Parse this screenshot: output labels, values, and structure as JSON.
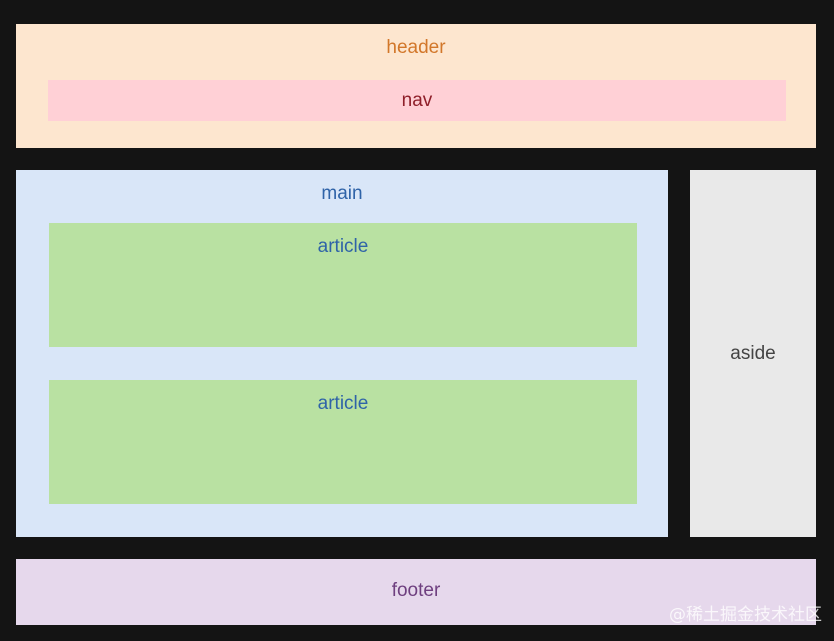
{
  "diagram": {
    "header": {
      "label": "header",
      "color": "#d2772a"
    },
    "nav": {
      "label": "nav",
      "color": "#8f1f2a"
    },
    "main": {
      "label": "main",
      "color": "#2f63a8",
      "articles": [
        {
          "label": "article"
        },
        {
          "label": "article"
        }
      ]
    },
    "aside": {
      "label": "aside",
      "color": "#444444"
    },
    "footer": {
      "label": "footer",
      "color": "#6e3f7f"
    }
  },
  "watermark": "@稀土掘金技术社区"
}
